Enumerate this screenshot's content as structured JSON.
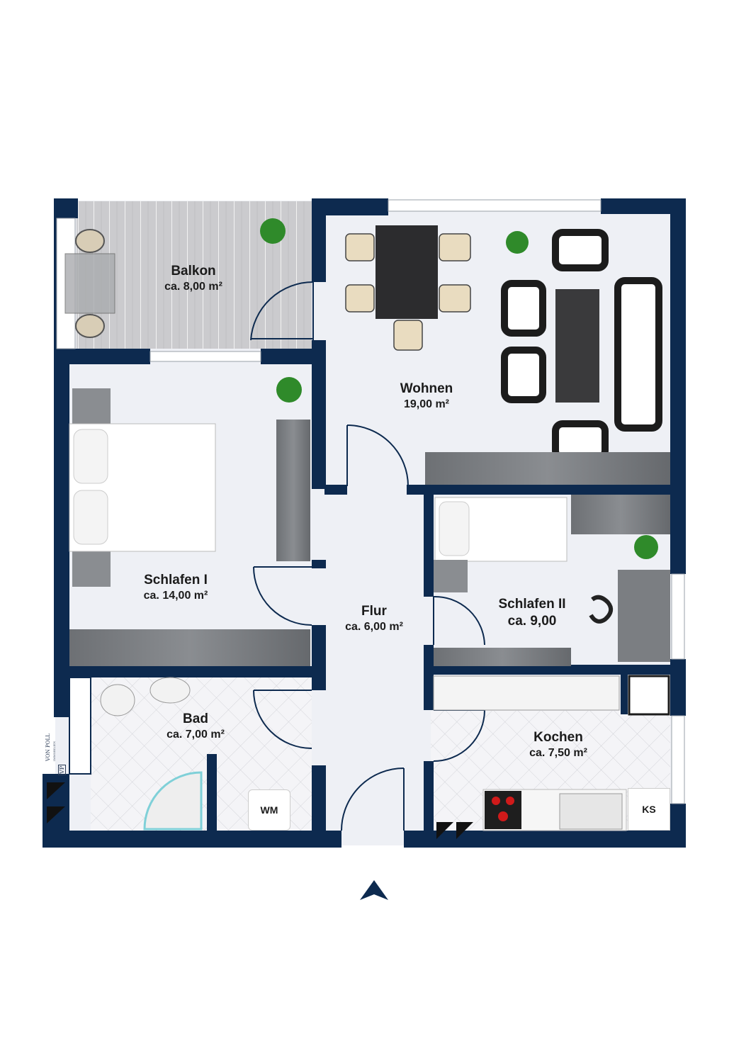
{
  "rooms": {
    "balkon": {
      "name": "Balkon",
      "area": "ca. 8,00 m²"
    },
    "wohnen": {
      "name": "Wohnen",
      "area": "19,00 m²"
    },
    "schlafen1": {
      "name": "Schlafen I",
      "area": "ca. 14,00 m²"
    },
    "flur": {
      "name": "Flur",
      "area": "ca. 6,00 m²"
    },
    "schlafen2": {
      "name": "Schlafen II",
      "area": "ca. 9,00"
    },
    "bad": {
      "name": "Bad",
      "area": "ca. 7,00 m²"
    },
    "kochen": {
      "name": "Kochen",
      "area": "ca. 7,50 m²"
    }
  },
  "appliances": {
    "wm": "WM",
    "ks": "KS"
  },
  "brand": {
    "line1": "VON POLL",
    "line2": "IMMOBILIEN",
    "monogram": "VP"
  },
  "colors": {
    "wall": "#0d2a4f",
    "floor": "#eef0f5",
    "tile": "#f3f3f6",
    "deck": "#c9c9cc",
    "furniture": "#777a7e"
  },
  "icons": {
    "north": "north-arrow-icon"
  }
}
